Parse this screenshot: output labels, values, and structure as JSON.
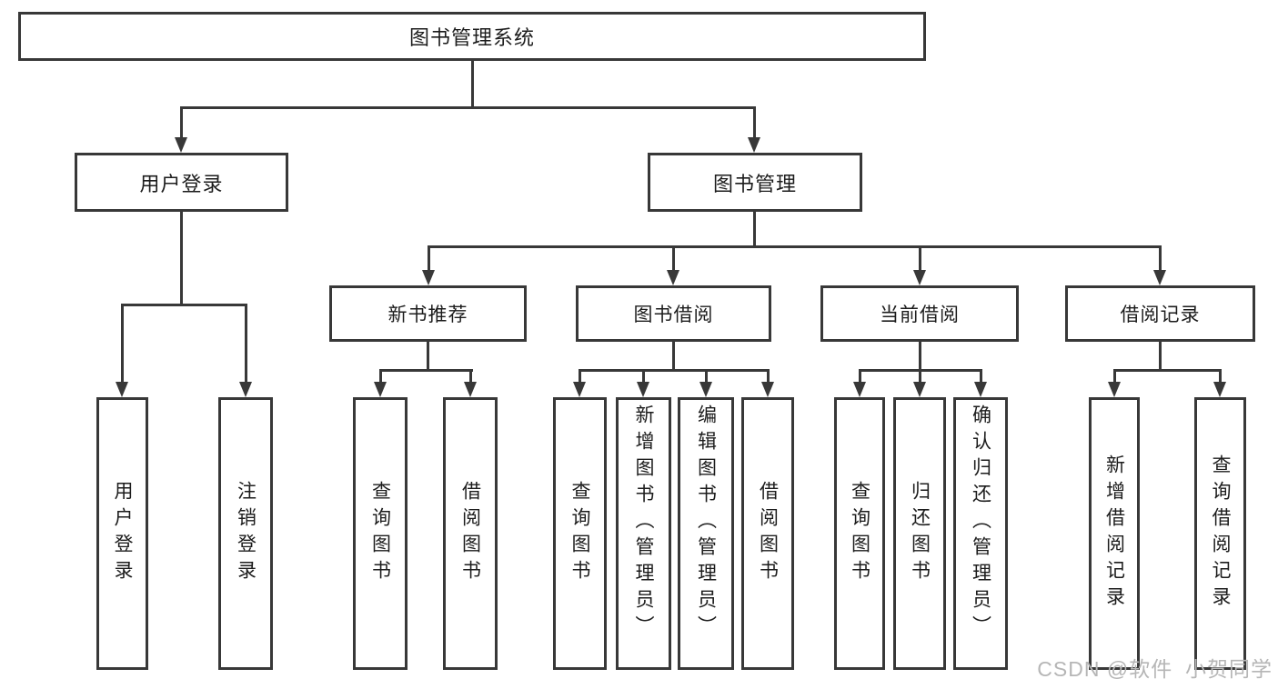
{
  "tree": {
    "root": {
      "label": "图书管理系统"
    },
    "branches": [
      {
        "label": "用户登录",
        "children": [
          {
            "label": "用户登录"
          },
          {
            "label": "注销登录"
          }
        ]
      },
      {
        "label": "图书管理",
        "children": [
          {
            "label": "新书推荐",
            "children": [
              {
                "label": "查询图书"
              },
              {
                "label": "借阅图书"
              }
            ]
          },
          {
            "label": "图书借阅",
            "children": [
              {
                "label": "查询图书"
              },
              {
                "label": "新增图书（管理员）"
              },
              {
                "label": "编辑图书（管理员）"
              },
              {
                "label": "借阅图书"
              }
            ]
          },
          {
            "label": "当前借阅",
            "children": [
              {
                "label": "查询图书"
              },
              {
                "label": "归还图书"
              },
              {
                "label": "确认归还（管理员）"
              }
            ]
          },
          {
            "label": "借阅记录",
            "children": [
              {
                "label": "新增借阅记录"
              },
              {
                "label": "查询借阅记录"
              }
            ]
          }
        ]
      }
    ]
  },
  "watermark": {
    "text": "CSDN @软件_小贺同学"
  },
  "colors": {
    "line": "#383838",
    "text": "#1c1c1c",
    "background": "#ffffff",
    "watermark": "#b6b6b6"
  }
}
